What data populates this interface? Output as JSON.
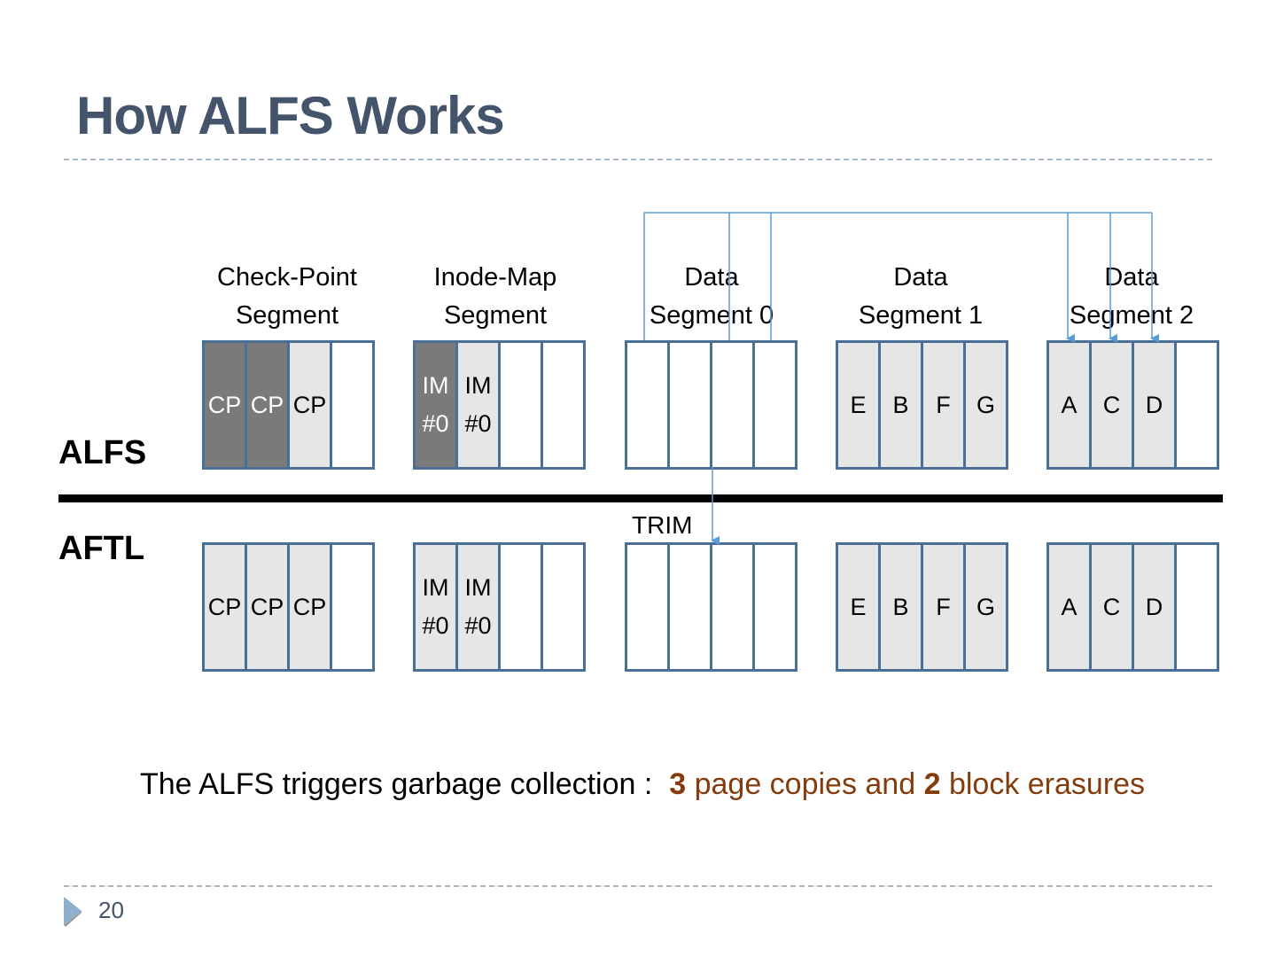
{
  "title": "How ALFS Works",
  "row_labels": {
    "top": "ALFS",
    "bottom": "AFTL"
  },
  "segments": [
    {
      "title_line1": "Check-Point",
      "title_line2": "Segment"
    },
    {
      "title_line1": "Inode-Map",
      "title_line2": "Segment"
    },
    {
      "title_line1": "Data",
      "title_line2": "Segment 0"
    },
    {
      "title_line1": "Data",
      "title_line2": "Segment 1"
    },
    {
      "title_line1": "Data",
      "title_line2": "Segment 2"
    }
  ],
  "alfs_pages": [
    [
      {
        "label": "CP",
        "state": "dark"
      },
      {
        "label": "CP",
        "state": "dark"
      },
      {
        "label": "CP",
        "state": "light"
      },
      {
        "label": "",
        "state": "empty"
      }
    ],
    [
      {
        "label": "IM #0",
        "state": "dark"
      },
      {
        "label": "IM #0",
        "state": "light"
      },
      {
        "label": "",
        "state": "empty"
      },
      {
        "label": "",
        "state": "empty"
      }
    ],
    [
      {
        "label": "",
        "state": "empty"
      },
      {
        "label": "",
        "state": "empty"
      },
      {
        "label": "",
        "state": "empty"
      },
      {
        "label": "",
        "state": "empty"
      }
    ],
    [
      {
        "label": "E",
        "state": "light"
      },
      {
        "label": "B",
        "state": "light"
      },
      {
        "label": "F",
        "state": "light"
      },
      {
        "label": "G",
        "state": "light"
      }
    ],
    [
      {
        "label": "A",
        "state": "light"
      },
      {
        "label": "C",
        "state": "light"
      },
      {
        "label": "D",
        "state": "light"
      },
      {
        "label": "",
        "state": "empty"
      }
    ]
  ],
  "aftl_pages": [
    [
      {
        "label": "CP",
        "state": "light"
      },
      {
        "label": "CP",
        "state": "light"
      },
      {
        "label": "CP",
        "state": "light"
      },
      {
        "label": "",
        "state": "empty"
      }
    ],
    [
      {
        "label": "IM #0",
        "state": "light"
      },
      {
        "label": "IM #0",
        "state": "light"
      },
      {
        "label": "",
        "state": "empty"
      },
      {
        "label": "",
        "state": "empty"
      }
    ],
    [
      {
        "label": "",
        "state": "empty"
      },
      {
        "label": "",
        "state": "empty"
      },
      {
        "label": "",
        "state": "empty"
      },
      {
        "label": "",
        "state": "empty"
      }
    ],
    [
      {
        "label": "E",
        "state": "light"
      },
      {
        "label": "B",
        "state": "light"
      },
      {
        "label": "F",
        "state": "light"
      },
      {
        "label": "G",
        "state": "light"
      }
    ],
    [
      {
        "label": "A",
        "state": "light"
      },
      {
        "label": "C",
        "state": "light"
      },
      {
        "label": "D",
        "state": "light"
      },
      {
        "label": "",
        "state": "empty"
      }
    ]
  ],
  "trim_label": "TRIM",
  "caption": {
    "prefix": "The ALFS triggers garbage collection :  ",
    "count1": "3",
    "text1": " page copies and ",
    "count2": "2",
    "text2": " block erasures"
  },
  "page_number": "20",
  "colors": {
    "title": "#44546a",
    "page_border": "#4a6f97",
    "page_light": "#e6e6e6",
    "page_dark": "#7a7a7a",
    "arrow": "#5b9bd5",
    "highlight": "#843c0c"
  }
}
